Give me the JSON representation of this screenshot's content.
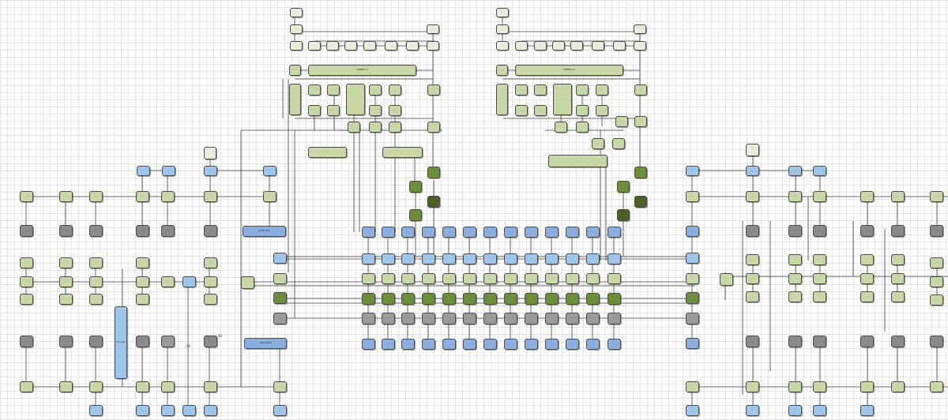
{
  "diagram": {
    "labels": {
      "a1": "40",
      "a2": "40"
    },
    "core_nodes": [
      {
        "id": "sb1",
        "text": "SUBBUS 1",
        "style": "green"
      },
      {
        "id": "sb2",
        "text": "SUBBUS 2",
        "style": "green"
      },
      {
        "id": "lb1",
        "text": "LOAD BUS",
        "style": "mblue"
      },
      {
        "id": "lb2",
        "text": "LOAD BUS",
        "style": "mblue"
      },
      {
        "id": "big1",
        "text": "Storage",
        "style": "blue"
      }
    ]
  }
}
